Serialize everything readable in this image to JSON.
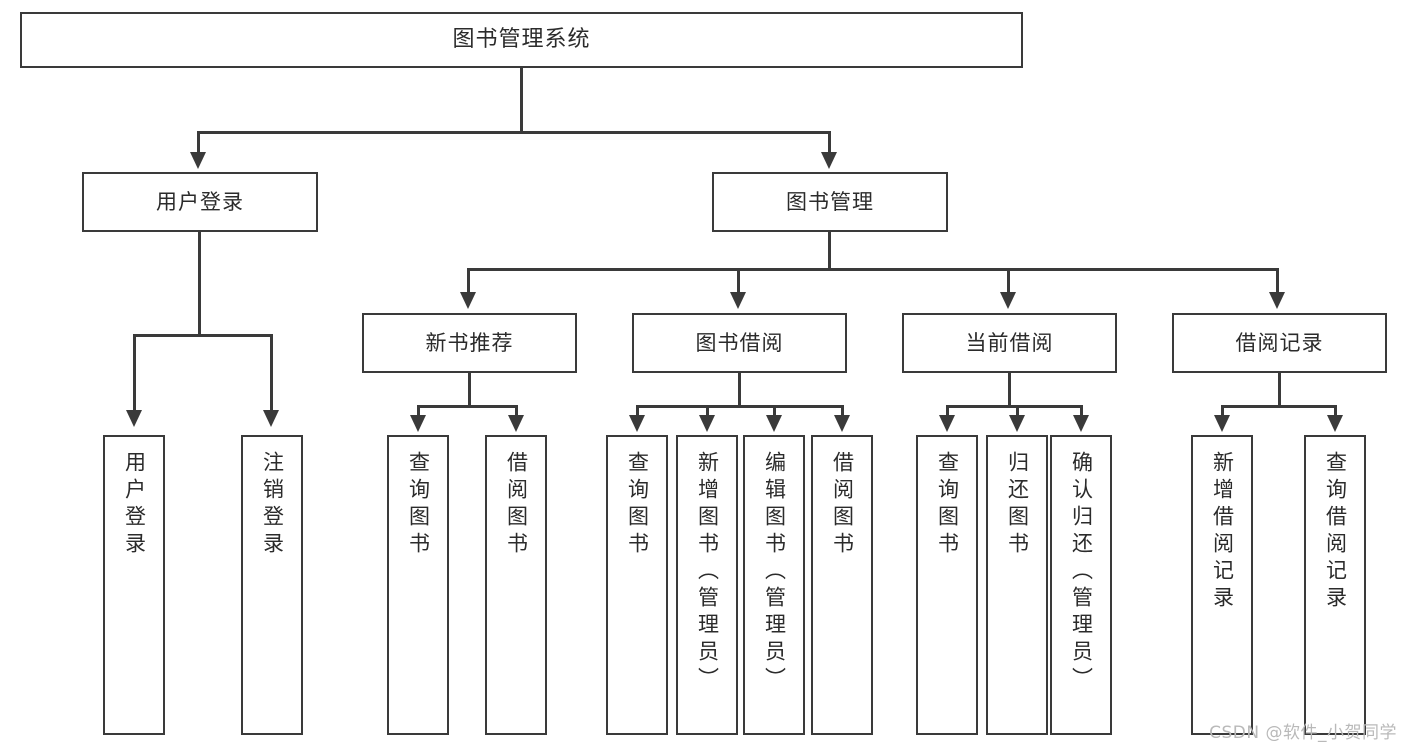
{
  "diagram": {
    "title": "图书管理系统",
    "type": "tree-hierarchy-chart",
    "root": {
      "label": "图书管理系统"
    },
    "level2": [
      {
        "label": "用户登录"
      },
      {
        "label": "图书管理"
      }
    ],
    "level3": [
      {
        "label": "新书推荐"
      },
      {
        "label": "图书借阅"
      },
      {
        "label": "当前借阅"
      },
      {
        "label": "借阅记录"
      }
    ],
    "leaves": [
      {
        "label": "用户登录"
      },
      {
        "label": "注销登录"
      },
      {
        "label": "查询图书"
      },
      {
        "label": "借阅图书"
      },
      {
        "label": "查询图书"
      },
      {
        "label": "新增图书（管理员）"
      },
      {
        "label": "编辑图书（管理员）"
      },
      {
        "label": "借阅图书"
      },
      {
        "label": "查询图书"
      },
      {
        "label": "归还图书"
      },
      {
        "label": "确认归还（管理员）"
      },
      {
        "label": "新增借阅记录"
      },
      {
        "label": "查询借阅记录"
      }
    ]
  },
  "watermark": {
    "text": "CSDN @软件_小贺同学"
  },
  "colors": {
    "stroke": "#3a3a3a",
    "box_fill": "#ffffff",
    "text": "#2b2b2b",
    "watermark": "#b9b9b9",
    "background": "#ffffff"
  }
}
